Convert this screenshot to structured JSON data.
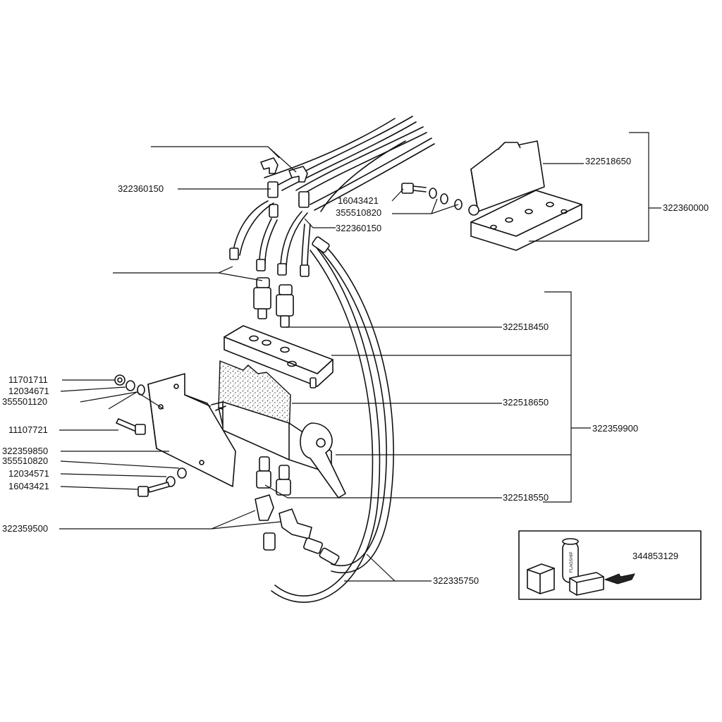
{
  "labels": {
    "p322360150_a": "322360150",
    "p16043421_a": "16043421",
    "p355510820_a": "355510820",
    "p322360150_b": "322360150",
    "p322518650_a": "322518650",
    "p322360000": "322360000",
    "p322518450": "322518450",
    "p322518650_b": "322518650",
    "p322359900": "322359900",
    "p322518550": "322518550",
    "p11701711": "11701711",
    "p12034671": "12034671",
    "p355501120": "355501120",
    "p11107721": "11107721",
    "p322359850": "322359850",
    "p355510820_b": "355510820",
    "p12034571": "12034571",
    "p16043421_b": "16043421",
    "p322359500": "322359500",
    "p322335750": "322335750",
    "p344853129": "344853129"
  },
  "kit_box": {
    "product_text": "FLAGSHIP"
  }
}
